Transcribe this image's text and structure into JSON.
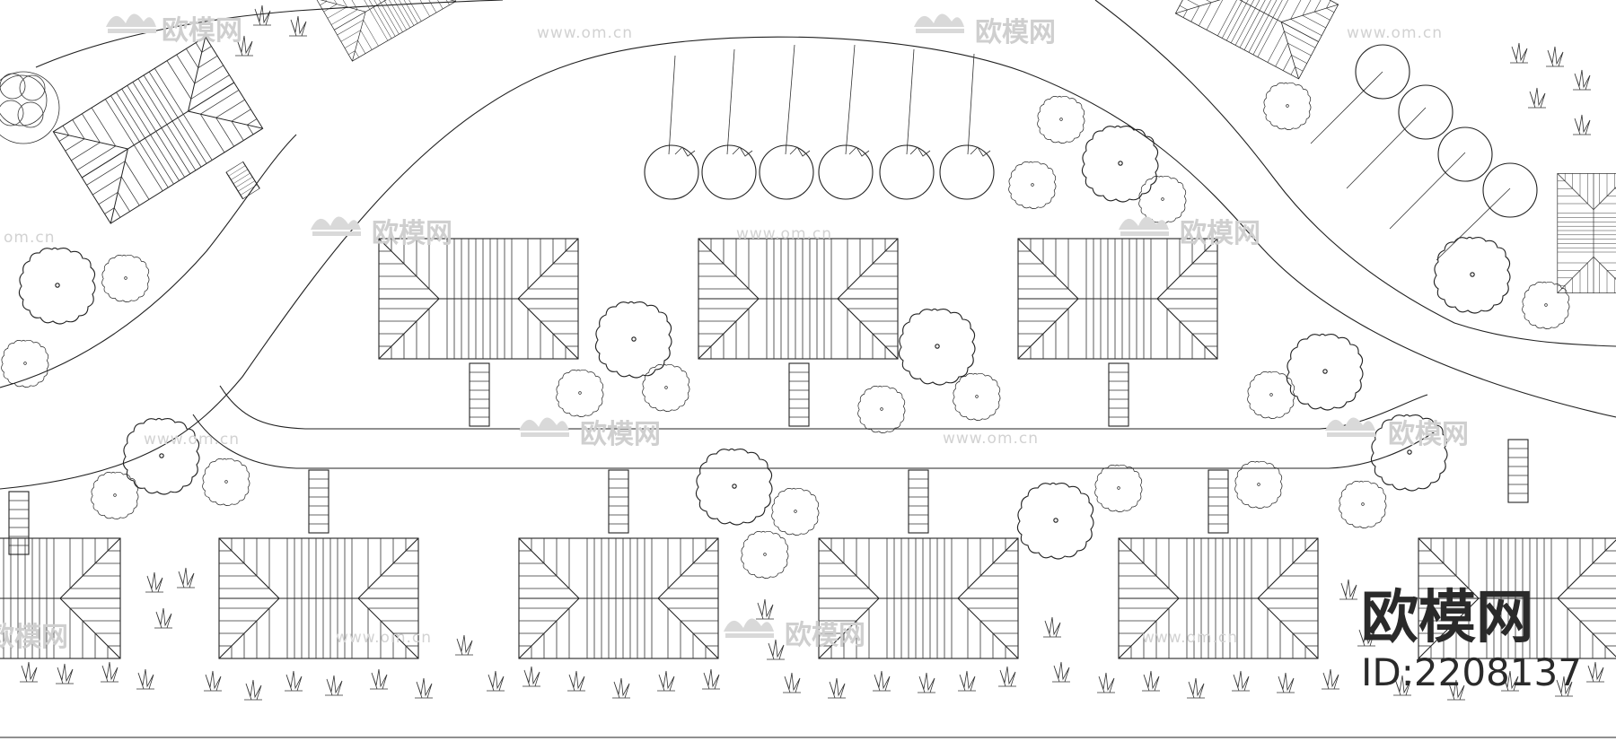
{
  "drawing": {
    "type": "cad-site-plan",
    "subject": "residential villas with roads, trees and grass",
    "elements": {
      "buildings": "hip-roof-villa",
      "steps": "stair",
      "trees": "round-canopy-tree",
      "shrubs": "grass-tuft",
      "roads": "curved-road"
    },
    "colors": {
      "line": "#222222",
      "background": "#ffffff",
      "watermark": "#cfcfcf"
    }
  },
  "watermark": {
    "brand": "欧模网",
    "url": "www.om.cn",
    "url_short": "om.cn",
    "icon": "lotus-logo-icon"
  },
  "corner_mark": {
    "brand": "欧模网",
    "id_label": "ID:2208137"
  }
}
